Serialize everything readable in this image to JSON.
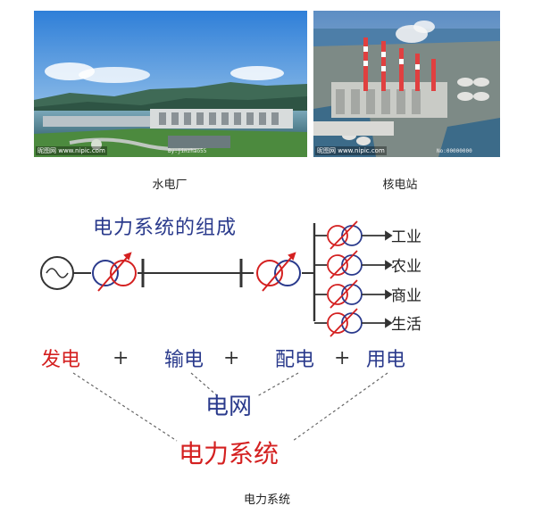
{
  "photos": {
    "left": {
      "caption": "水电厂",
      "watermark": "昵图网",
      "watermark_url": "www.nipic.com",
      "watermark_id": "By:jinzhao55"
    },
    "right": {
      "caption": "核电站",
      "watermark": "昵图网",
      "watermark_url": "www.nipic.com",
      "watermark_id": "No:00000000"
    }
  },
  "diagram": {
    "title": "电力系统的组成",
    "loads": [
      "工业",
      "农业",
      "商业",
      "生活"
    ],
    "stages": {
      "generation": "发电",
      "transmission": "输电",
      "distribution": "配电",
      "consumption": "用电",
      "plus": "+"
    },
    "grid_label": "电网",
    "system_label": "电力系统",
    "colors": {
      "red": "#d42020",
      "blue": "#2a3a8c",
      "dark": "#333333"
    }
  },
  "figure_caption": "电力系统"
}
